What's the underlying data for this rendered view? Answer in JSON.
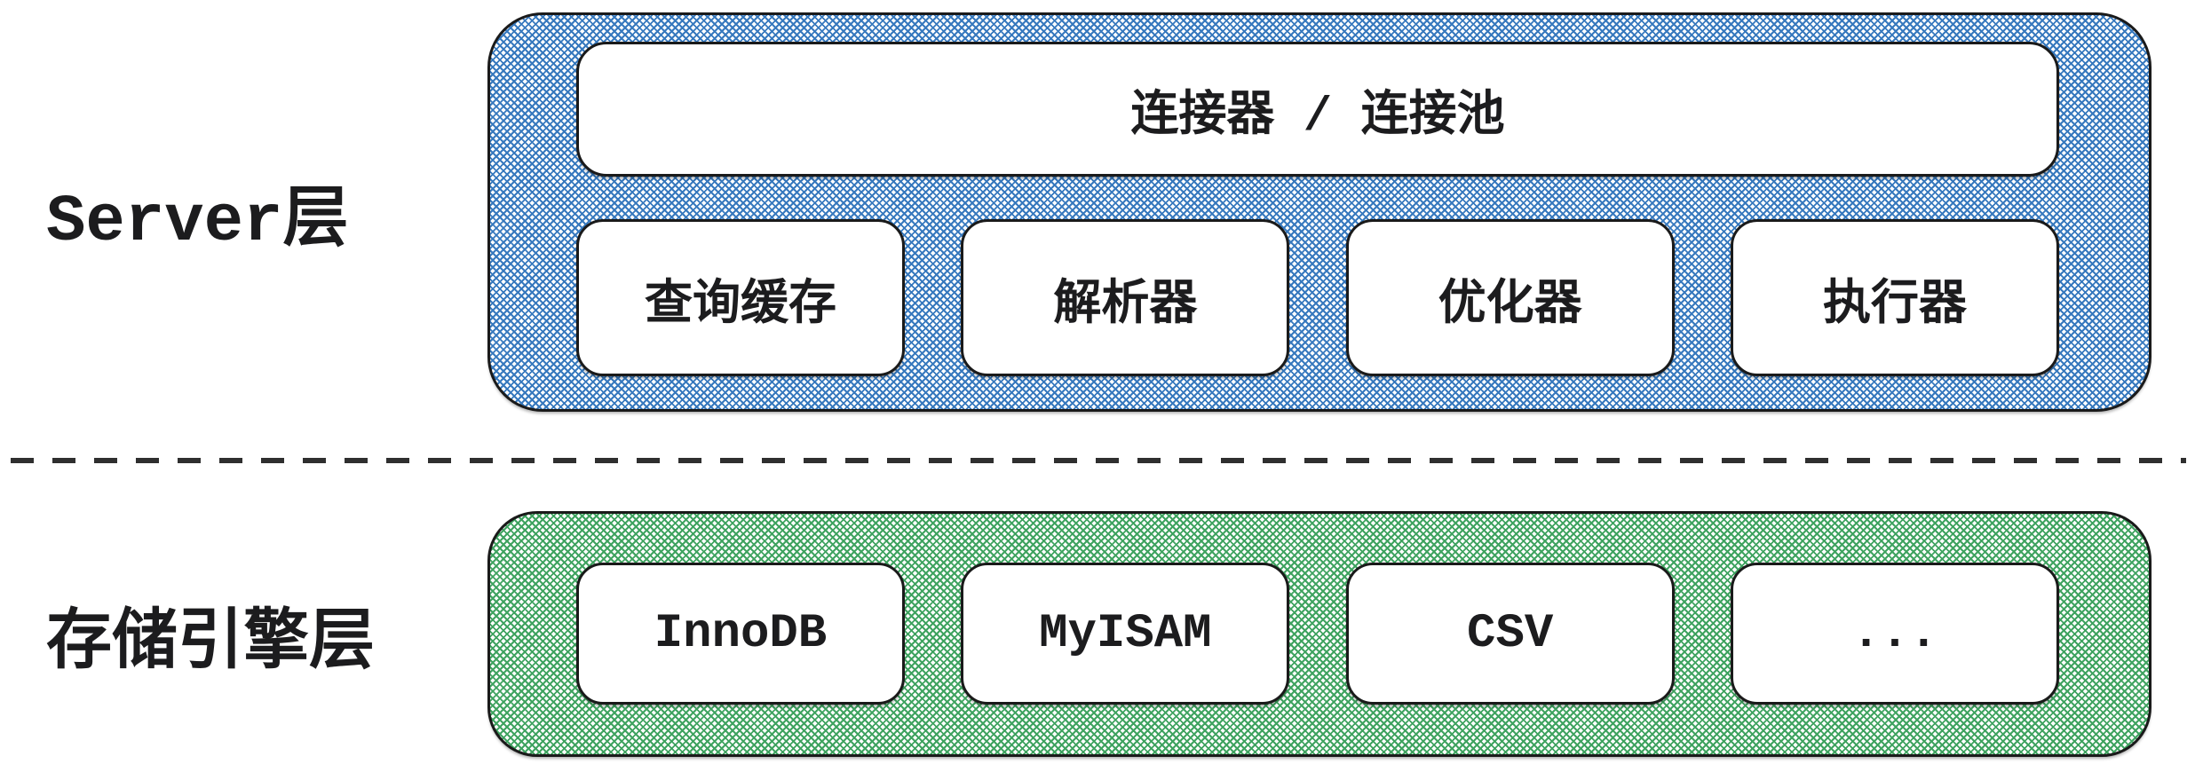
{
  "server_layer": {
    "label": "Server层",
    "connector_label": "连接器 / 连接池",
    "boxes": [
      "查询缓存",
      "解析器",
      "优化器",
      "执行器"
    ]
  },
  "storage_layer": {
    "label": "存储引擎层",
    "boxes": [
      "InnoDB",
      "MyISAM",
      "CSV",
      "..."
    ]
  },
  "colors": {
    "server_hatch": "#3779be",
    "storage_hatch": "#3fa360",
    "outline": "#1a1a1a",
    "text": "#1c1c1e",
    "dash": "#2f2f2f",
    "background": "#ffffff"
  }
}
